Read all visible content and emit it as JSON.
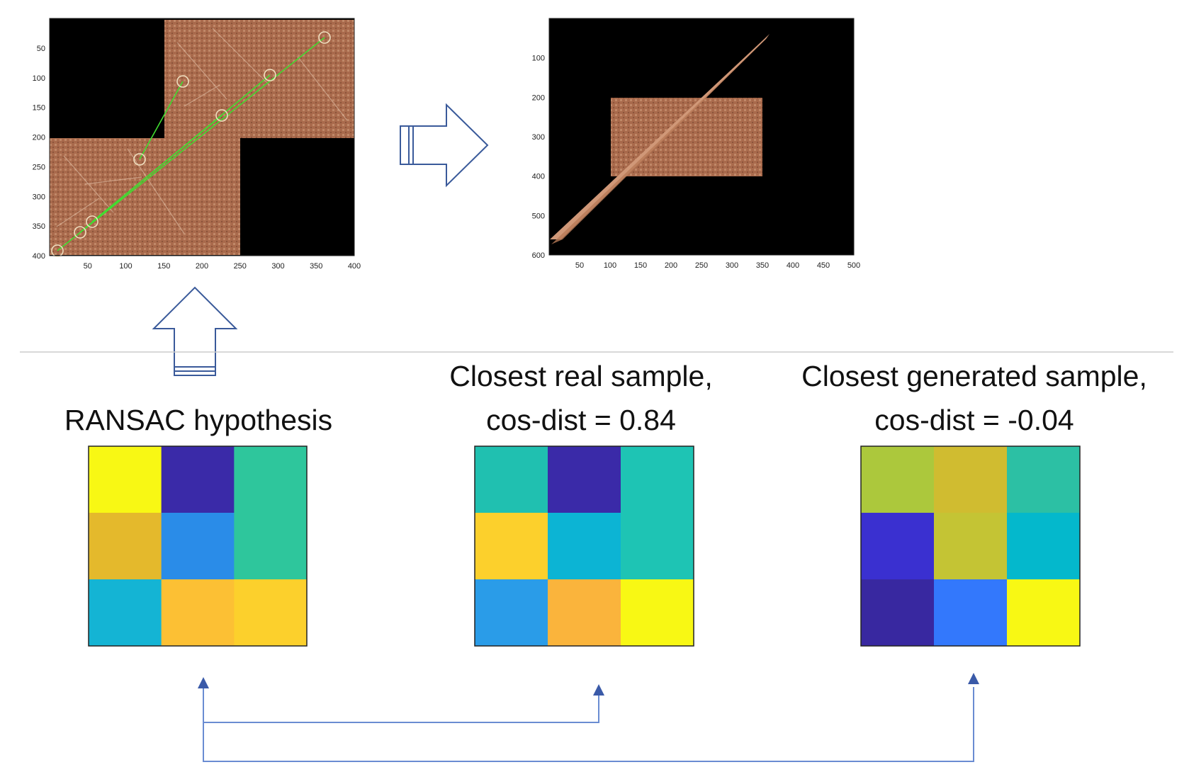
{
  "plots": [
    {
      "id": "matches",
      "x_ticks": [
        "50",
        "100",
        "150",
        "200",
        "250",
        "300",
        "350",
        "400"
      ],
      "y_ticks": [
        "50",
        "100",
        "150",
        "200",
        "250",
        "300",
        "350",
        "400"
      ],
      "xlim": [
        0,
        400
      ],
      "ylim": [
        0,
        400
      ],
      "background": "#000000"
    },
    {
      "id": "warped",
      "x_ticks": [
        "50",
        "100",
        "150",
        "200",
        "250",
        "300",
        "350",
        "400",
        "450",
        "500"
      ],
      "y_ticks": [
        "100",
        "200",
        "300",
        "400",
        "500",
        "600"
      ],
      "xlim": [
        0,
        500
      ],
      "ylim": [
        0,
        600
      ],
      "background": "#000000"
    }
  ],
  "captions": {
    "ransac": "RANSAC hypothesis",
    "real_line1": "Closest real sample,",
    "real_line2": "cos-dist = 0.84",
    "gen_line1": "Closest generated sample,",
    "gen_line2": "cos-dist = -0.04"
  },
  "heatmaps": [
    {
      "id": "ransac",
      "cells": [
        [
          "#f8f814",
          "#3a2aa8",
          "#2ec69c"
        ],
        [
          "#e4b92c",
          "#2a8ce8",
          "#2ec69c"
        ],
        [
          "#14b4d4",
          "#fcc034",
          "#fcd02c"
        ]
      ]
    },
    {
      "id": "real",
      "cells": [
        [
          "#20c0b0",
          "#3a2aa8",
          "#1ec4b4"
        ],
        [
          "#fcd02c",
          "#0cb4d4",
          "#1ec4b4"
        ],
        [
          "#2a9ce8",
          "#fab43c",
          "#f8f814"
        ]
      ]
    },
    {
      "id": "generated",
      "cells": [
        [
          "#acc83c",
          "#d0bc30",
          "#2cc0a4"
        ],
        [
          "#3a30d0",
          "#c4c434",
          "#04b8cc"
        ],
        [
          "#3828a0",
          "#3378fc",
          "#f8f814"
        ]
      ]
    }
  ],
  "colors": {
    "texture": "#a86848",
    "match_line": "#40dd30",
    "arrow": "#3a5a9a",
    "connector": "#6a8cd2"
  }
}
